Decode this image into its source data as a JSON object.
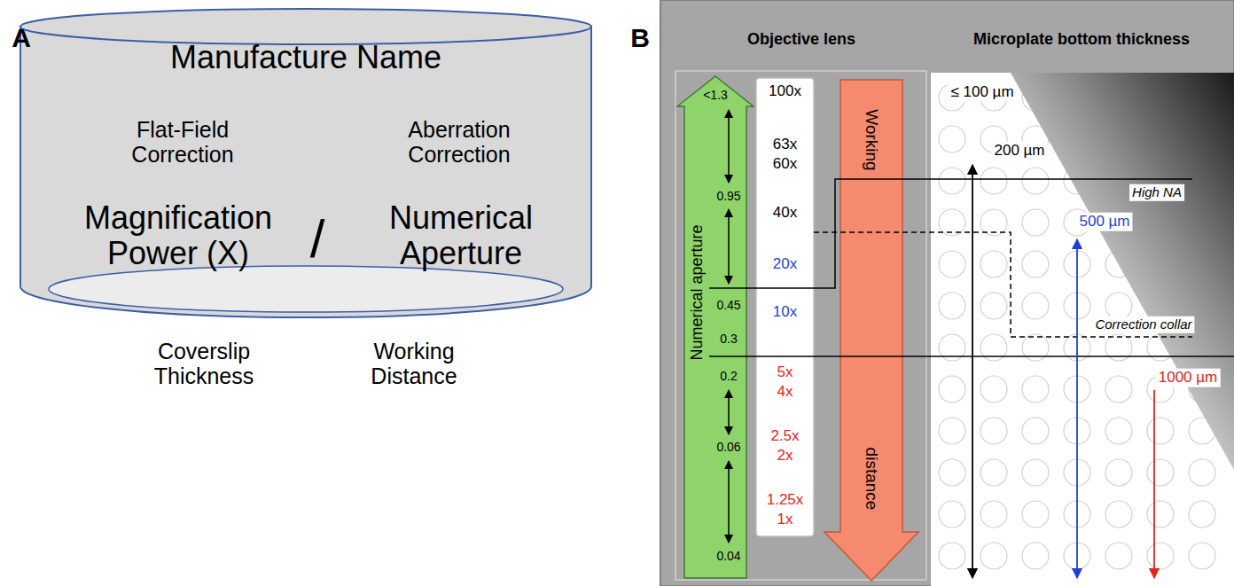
{
  "diagram": {
    "nodes": [
      {
        "text": [
          "Manufacture Name",
          "Flat-Field Correction",
          "Aberration Correction",
          "Magnification Power (X)",
          "/",
          "Numerical Aperture"
        ]
      },
      {
        "text": [
          "Coverslip Thickness",
          "Working Distance"
        ]
      },
      {
        "text": [
          "Numerical aperture",
          "<1.3",
          "0.95",
          "0.45",
          "0.3",
          "0.2",
          "0.06",
          "0.04"
        ]
      },
      {
        "text": [
          "100x",
          "63x",
          "60x",
          "40x",
          "20x",
          "10x",
          "5x",
          "4x",
          "2.5x",
          "2x",
          "1.25x",
          "1x"
        ]
      },
      {
        "text": [
          "Working",
          "distance"
        ]
      },
      {
        "text": [
          "Microplate bottom thickness"
        ]
      }
    ],
    "labels": [
      "A",
      "B",
      "Objective lens",
      "≤ 100 µm",
      "200 µm",
      "High NA",
      "500 µm",
      "Correction collar",
      "1000 µm"
    ]
  }
}
